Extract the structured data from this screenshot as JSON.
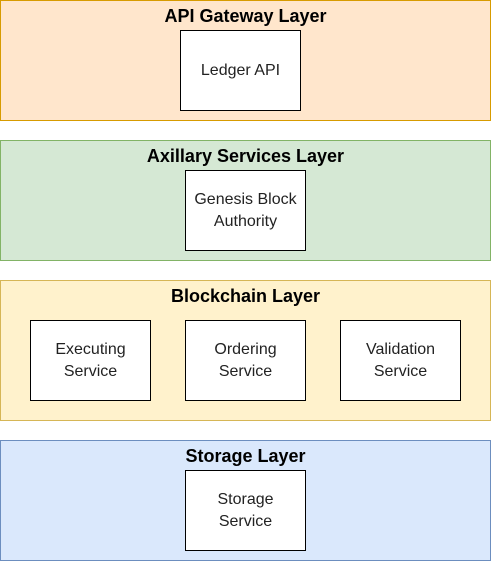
{
  "layers": [
    {
      "title": "API Gateway Layer",
      "fill": "#ffe6cc",
      "stroke": "#d79b00",
      "boxes": [
        "Ledger API"
      ]
    },
    {
      "title": "Axillary Services Layer",
      "fill": "#d5e8d4",
      "stroke": "#82b366",
      "boxes": [
        "Genesis Block\nAuthority"
      ]
    },
    {
      "title": "Blockchain Layer",
      "fill": "#fff2cc",
      "stroke": "#d6b656",
      "boxes": [
        "Executing\nService",
        "Ordering\nService",
        "Validation\nService"
      ]
    },
    {
      "title": "Storage Layer",
      "fill": "#dae8fc",
      "stroke": "#6c8ebf",
      "boxes": [
        "Storage\nService"
      ]
    }
  ]
}
